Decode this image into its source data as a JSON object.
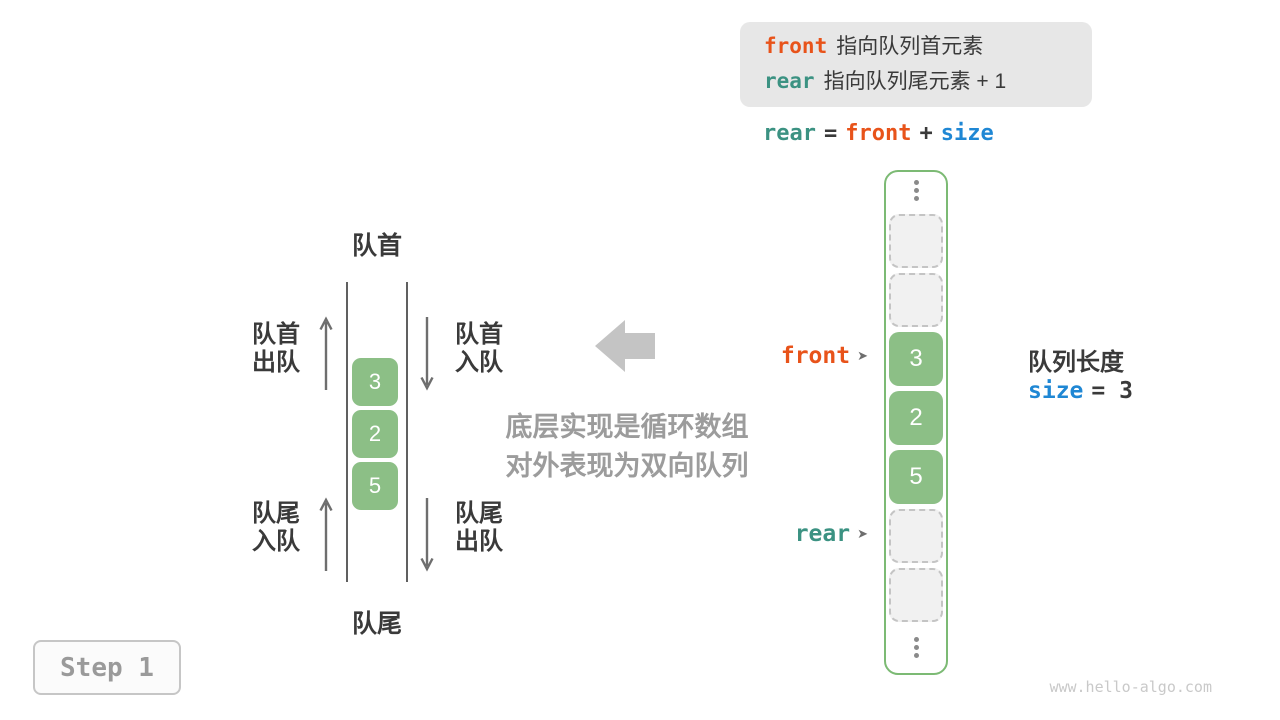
{
  "info_box": {
    "line1_keyword": "front",
    "line1_text": "指向队列首元素",
    "line2_keyword": "rear",
    "line2_text": "指向队列尾元素 + 1"
  },
  "formula": {
    "rear": "rear",
    "eq": "=",
    "front": "front",
    "plus": "+",
    "size": "size"
  },
  "queue": {
    "top_label": "队首",
    "bottom_label": "队尾",
    "items": [
      "3",
      "2",
      "5"
    ],
    "action_top_left": [
      "队首",
      "出队"
    ],
    "action_top_right": [
      "队首",
      "入队"
    ],
    "action_bottom_left": [
      "队尾",
      "入队"
    ],
    "action_bottom_right": [
      "队尾",
      "出队"
    ]
  },
  "note": {
    "line1": "底层实现是循环数组",
    "line2": "对外表现为双向队列"
  },
  "array": {
    "front_label": "front",
    "rear_label": "rear",
    "pointer_arrow_glyph": "➤",
    "values": [
      "3",
      "2",
      "5"
    ]
  },
  "length_info": {
    "label": "队列长度",
    "keyword": "size",
    "rest": "= 3"
  },
  "step_label": "Step 1",
  "watermark": "www.hello-algo.com",
  "colors": {
    "front_orange": "#e8531a",
    "rear_teal": "#3b9282",
    "size_blue": "#1f87d4",
    "cell_green": "#8cbf86",
    "container_green_border": "#7cba74",
    "note_gray": "#9c9c9c",
    "text_dark": "#3a3a3a"
  }
}
